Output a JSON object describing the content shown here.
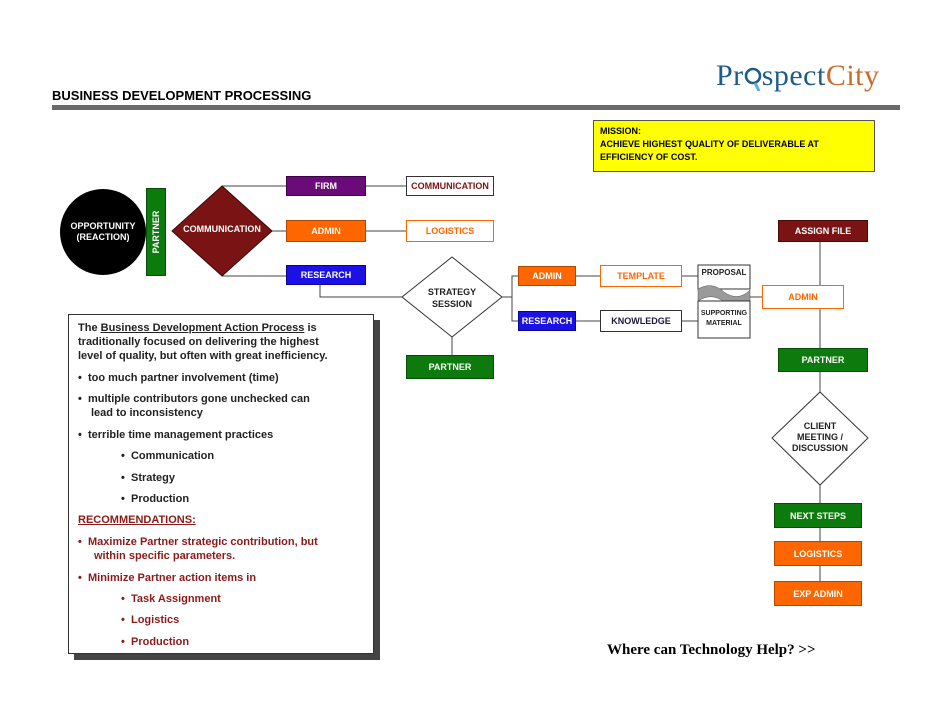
{
  "header": {
    "title": "BUSINESS DEVELOPMENT PROCESSING",
    "logo_part1": "Pr",
    "logo_part2": "spect",
    "logo_part3": "City",
    "bottom_question": "Where can Technology Help? >>"
  },
  "mission": {
    "label": "MISSION:",
    "line1": "ACHIEVE HIGHEST QUALITY OF DELIVERABLE AT",
    "line2": "EFFICIENCY OF COST."
  },
  "diagram": {
    "opportunity_line1": "OPPORTUNITY",
    "opportunity_line2": "(REACTION)",
    "partner_vertical": "PARTNER",
    "diamond_communication": "COMMUNICATION",
    "firm": "FIRM",
    "communication_top": "COMMUNICATION",
    "admin1": "ADMIN",
    "logistics1": "LOGISTICS",
    "research1": "RESEARCH",
    "strategy_line1": "STRATEGY",
    "strategy_line2": "SESSION",
    "partner_mid": "PARTNER",
    "admin2": "ADMIN",
    "research2": "RESEARCH",
    "template": "TEMPLATE",
    "knowledge": "KNOWLEDGE",
    "proposal": "PROPOSAL",
    "supporting_line1": "SUPPORTING",
    "supporting_line2": "MATERIAL",
    "assign_file": "ASSIGN FILE",
    "admin3": "ADMIN",
    "partner_right": "PARTNER",
    "client_line1": "CLIENT",
    "client_line2": "MEETING /",
    "client_line3": "DISCUSSION",
    "next_steps": "NEXT STEPS",
    "logistics2": "LOGISTICS",
    "exp_admin": "EXP ADMIN"
  },
  "panel": {
    "intro_prefix": "The ",
    "intro_link": "Business Development Action Process",
    "intro_suffix": " is",
    "intro_line2": "traditionally focused on delivering the highest",
    "intro_line3": "level of quality, but often with great inefficiency.",
    "bullet1": "too much partner involvement (time)",
    "bullet2_line1": "multiple contributors gone unchecked can",
    "bullet2_line2": "lead to inconsistency",
    "bullet3": "terrible time management practices",
    "sub1": "Communication",
    "sub2": "Strategy",
    "sub3": "Production",
    "recommendations": "RECOMMENDATIONS:",
    "rec1_line1": "Maximize Partner strategic contribution, but",
    "rec1_line2": "within specific parameters.",
    "rec2": "Minimize Partner action items in",
    "rsub1": "Task Assignment",
    "rsub2": "Logistics",
    "rsub3": "Production",
    "bullet_char": "•"
  },
  "colors": {
    "purple": "#6b0b7a",
    "orange": "#ff6600",
    "blue": "#1b10e6",
    "green": "#0c7a0c",
    "maroon": "#7a1414",
    "mission_yellow": "#ffff00"
  }
}
